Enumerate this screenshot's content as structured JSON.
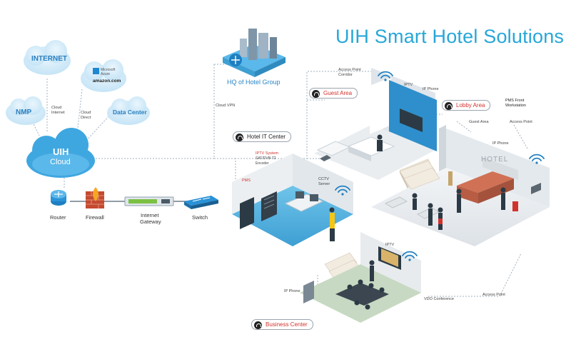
{
  "title": "UIH Smart Hotel Solutions",
  "clouds": {
    "internet": "INTERNET",
    "nmp": "NMP",
    "data_center": "Data Center",
    "uih_line1": "UIH",
    "uih_line2": "Cloud",
    "providers_line1": "Microsoft",
    "providers_line2": "Azure",
    "providers_line3": "amazon.com"
  },
  "links": {
    "cloud_internet": [
      "Cloud",
      "Internet"
    ],
    "cloud_direct": [
      "Cloud",
      "Direct"
    ],
    "cloud_vpn": "Cloud VPN"
  },
  "hq": {
    "label": "HQ of Hotel Group"
  },
  "network_chain": [
    {
      "label": "Router",
      "icon": "router-icon"
    },
    {
      "label": "Firewall",
      "icon": "firewall-icon"
    },
    {
      "label_line1": "Internet",
      "label_line2": "Gateway",
      "icon": "gateway-icon"
    },
    {
      "label": "Switch",
      "icon": "switch-icon"
    }
  ],
  "areas": {
    "guest": "Guest Area",
    "lobby": "Lobby Area",
    "it_center": "Hotel IT Center",
    "business": "Business Center"
  },
  "labels": {
    "access_point_corridor_1": "Access Point",
    "access_point_corridor_2": "Corridor",
    "iptv_guest": "IPTV",
    "ip_phone_guest": "IP Phone",
    "pms_front_1": "PMS Front",
    "pms_front_2": "Workstation",
    "guest_area_lobby": "Guest Area",
    "access_point_lobby": "Access Point",
    "ip_phone_lobby": "IP Phone",
    "iptv_system_1": "IPTV System",
    "iptv_system_2": "SAT/DVB-T2",
    "iptv_system_3": "Encoder",
    "pms": "PMS",
    "cctv_1": "CCTV",
    "cctv_2": "Server",
    "iptv_business": "IPTV",
    "ip_phone_business": "IP Phone",
    "vdo_conference": "VDO Conference",
    "access_point_business": "Access Point",
    "hotel_sign": "HOTEL"
  },
  "colors": {
    "brand": "#27a7d8",
    "cloud": "#cfeaf8",
    "uih_cloud": "#3fa7e0",
    "floor_blue": "#58b8e6",
    "room_wall": "#eef1f4",
    "accent_red": "#d2322d",
    "connector": "#9fb0bf"
  }
}
